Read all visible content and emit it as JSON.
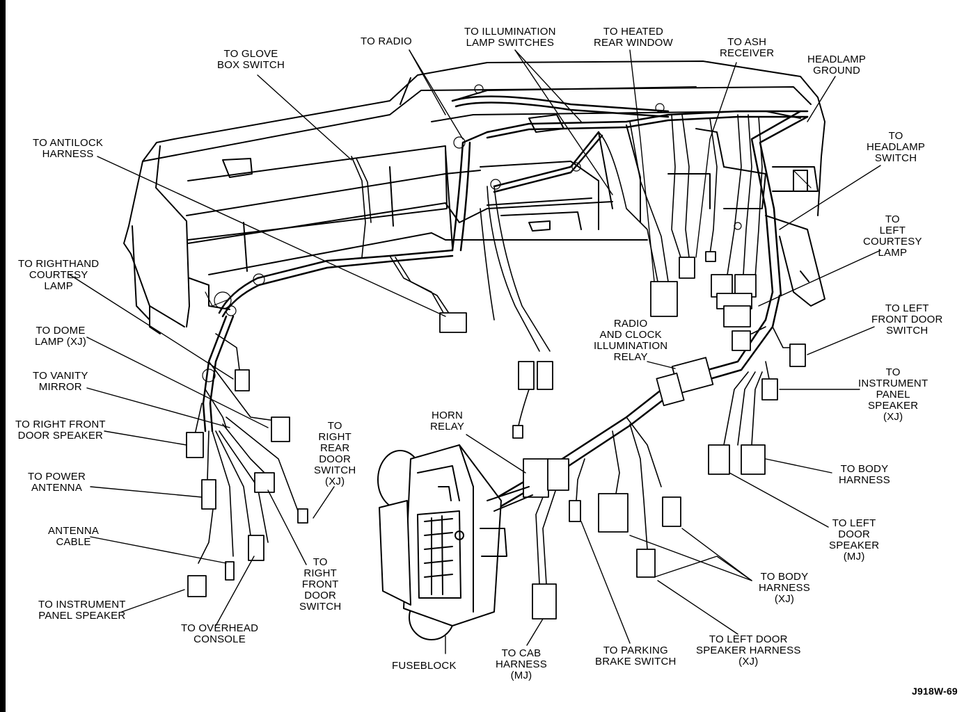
{
  "labels": {
    "glove_box": "TO GLOVE\nBOX SWITCH",
    "radio": "TO RADIO",
    "illumination": "TO ILLUMINATION\nLAMP SWITCHES",
    "heated_window": "TO HEATED\nREAR WINDOW",
    "ash": "TO ASH\nRECEIVER",
    "headlamp_ground": "HEADLAMP\nGROUND",
    "antilock": "TO ANTILOCK\nHARNESS",
    "headlamp_switch": "TO\nHEADLAMP\nSWITCH",
    "left_courtesy": "TO\nLEFT\nCOURTESY\nLAMP",
    "righthand_courtesy": "TO RIGHTHAND\nCOURTESY\nLAMP",
    "left_front_door": "TO LEFT\nFRONT DOOR\nSWITCH",
    "radio_clock": "RADIO\nAND CLOCK\nILLUMINATION\nRELAY",
    "dome_lamp": "TO DOME\nLAMP (XJ)",
    "vanity": "TO VANITY\nMIRROR",
    "instrument_speaker_xj": "TO\nINSTRUMENT\nPANEL\nSPEAKER\n(XJ)",
    "right_front_speaker": "TO RIGHT FRONT\nDOOR SPEAKER",
    "right_rear_door": "TO\nRIGHT\nREAR\nDOOR\nSWITCH\n(XJ)",
    "horn_relay": "HORN\nRELAY",
    "power_antenna": "TO POWER\nANTENNA",
    "body_harness": "TO BODY\nHARNESS",
    "antenna_cable": "ANTENNA\nCABLE",
    "left_door_speaker_mj": "TO LEFT\nDOOR\nSPEAKER\n(MJ)",
    "right_front_door_switch": "TO\nRIGHT\nFRONT\nDOOR\nSWITCH",
    "body_harness_xj": "TO BODY\nHARNESS\n(XJ)",
    "instrument_speaker": "TO INSTRUMENT\nPANEL SPEAKER",
    "overhead": "TO OVERHEAD\nCONSOLE",
    "left_door_speaker_harness": "TO LEFT DOOR\nSPEAKER HARNESS\n(XJ)",
    "cab_harness": "TO CAB\nHARNESS\n(MJ)",
    "parking_brake": "TO PARKING\nBRAKE SWITCH",
    "fuseblock": "FUSEBLOCK"
  },
  "figure_id": "J918W-69"
}
